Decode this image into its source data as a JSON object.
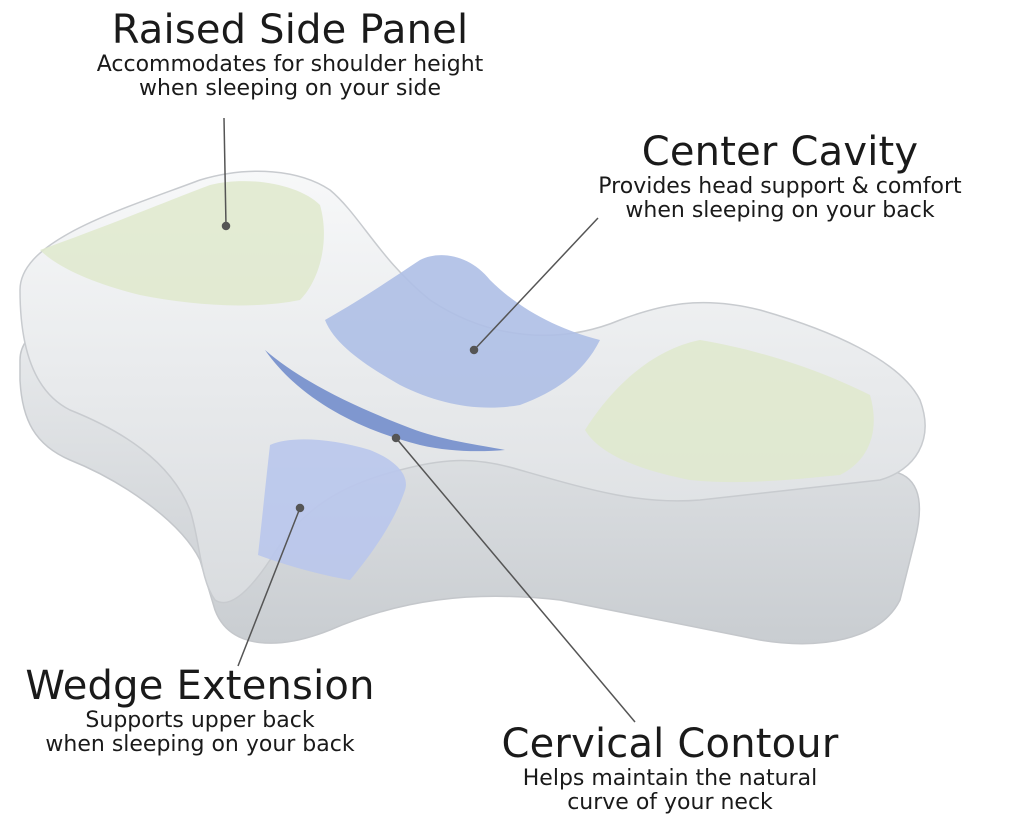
{
  "labels": {
    "raised_side_panel": {
      "title": "Raised Side Panel",
      "lines": [
        "Accommodates for shoulder height",
        "when sleeping on your side"
      ]
    },
    "center_cavity": {
      "title": "Center Cavity",
      "lines": [
        "Provides head support & comfort",
        "when sleeping on your back"
      ]
    },
    "wedge_extension": {
      "title": "Wedge Extension",
      "lines": [
        "Supports upper back",
        "when sleeping on your back"
      ]
    },
    "cervical_contour": {
      "title": "Cervical Contour",
      "lines": [
        "Helps maintain the natural",
        "curve of your neck"
      ]
    }
  },
  "colors": {
    "side_panel": "#dfe9cc",
    "center_cavity": "#aebfe6",
    "cervical_contour": "#7f97cf",
    "wedge": "#b9c7ec",
    "pillow": "#f2f3f4",
    "leader_line": "#555555"
  }
}
